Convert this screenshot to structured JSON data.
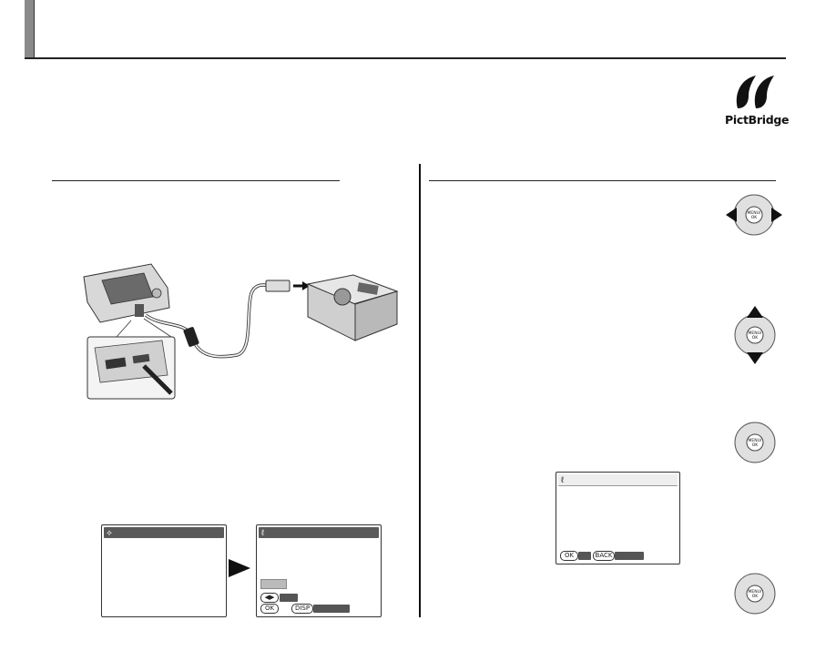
{
  "logo": {
    "text": "PictBridge"
  },
  "icons": {
    "usb": "usb-icon",
    "pictbridge": "pictbridge-icon",
    "arrow": "right-triangle-arrow-icon",
    "pad": "four-way-selector-icon"
  },
  "screens": {
    "usb_screen": {
      "icon": "⟡"
    },
    "pictbridge_screen": {
      "icon": "ℓ",
      "buttons": {
        "ok": "OK",
        "disp": "DISP"
      }
    },
    "confirm_screen": {
      "icon": "ℓ",
      "buttons": {
        "ok": "OK",
        "back": "BACK"
      }
    }
  },
  "pad_labels": {
    "center_top": "MENU/",
    "center_bottom": "OK"
  },
  "colors": {
    "header_bar": "#8a8a8a",
    "screen_title_bar": "#5a5a5a",
    "text": "#222222"
  }
}
